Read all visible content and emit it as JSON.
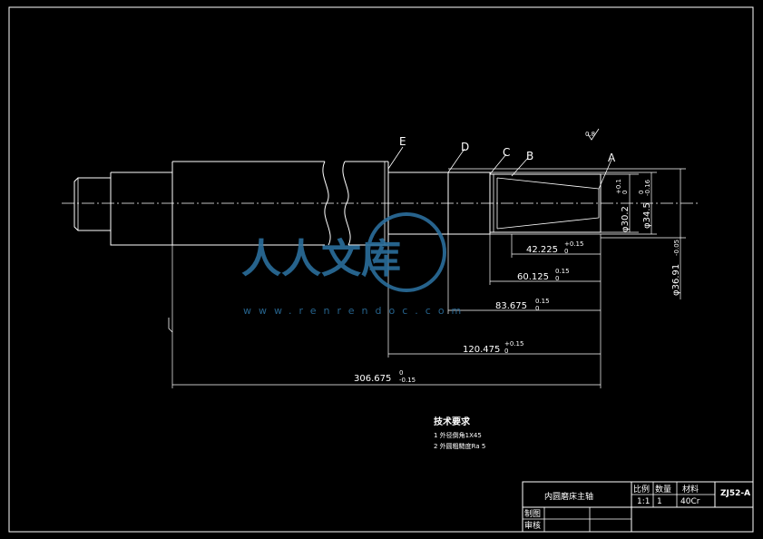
{
  "labels": {
    "a": "A",
    "b": "B",
    "c": "C",
    "d": "D",
    "e": "E"
  },
  "roughness_mark": "0.8",
  "diameters": {
    "d30": "φ30.2",
    "d30_tol_up": "+0.1",
    "d30_tol_lo": "0",
    "d34": "φ34.5",
    "d34_tol_up": "0",
    "d34_tol_lo": "-0.16",
    "d36": "φ36.91",
    "d36_tol": "-0.05"
  },
  "lengths": [
    {
      "value": "42.225",
      "tol_up": "+0.15",
      "tol_lo": "0"
    },
    {
      "value": "60.125",
      "tol_up": "0.15",
      "tol_lo": "0"
    },
    {
      "value": "83.675",
      "tol_up": "0.15",
      "tol_lo": "0"
    },
    {
      "value": "120.475",
      "tol_up": "+0.15",
      "tol_lo": "0"
    },
    {
      "value": "306.675",
      "tol_up": "0",
      "tol_lo": "-0.15"
    }
  ],
  "notes": {
    "title": "技术要求",
    "line1": "1 外径倒角1X45",
    "line2": "2 外圆粗糙度Ra 5"
  },
  "title_block": {
    "part_name": "内圆磨床主轴",
    "scale_label": "比例",
    "qty_label": "数量",
    "material_label": "材料",
    "drawing_no": "ZJ52-A",
    "scale_value": "1:1",
    "qty_value": "1",
    "material_value": "40Cr",
    "drawn_label": "制图",
    "checked_label": "审核"
  },
  "watermark": {
    "text": "人人文库",
    "url": "www.renrendoc.com"
  }
}
